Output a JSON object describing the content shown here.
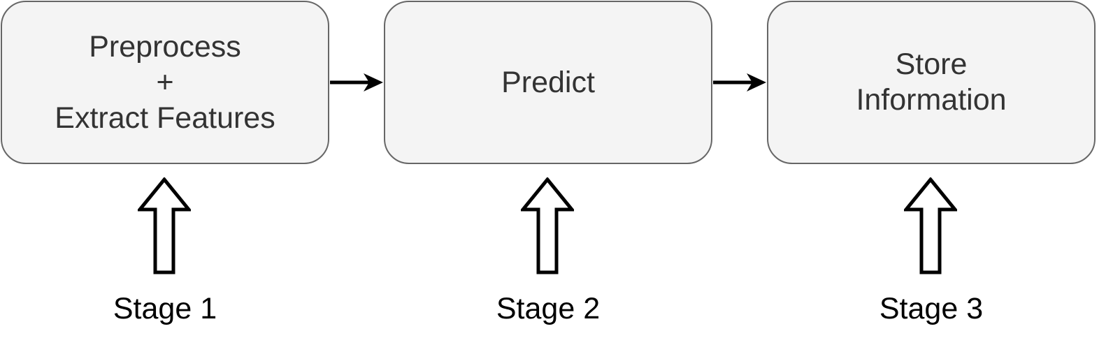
{
  "steps": [
    {
      "lines": [
        "Preprocess",
        "+",
        "Extract Features"
      ]
    },
    {
      "lines": [
        "Predict"
      ]
    },
    {
      "lines": [
        "Store",
        "Information"
      ]
    }
  ],
  "stages": [
    {
      "label": "Stage 1"
    },
    {
      "label": "Stage 2"
    },
    {
      "label": "Stage 3"
    }
  ],
  "colors": {
    "box_fill": "#f4f4f4",
    "box_border": "#666666",
    "box_text": "#333333",
    "arrow": "#000000",
    "label_text": "#000000"
  },
  "icons": {
    "connector": "right-arrow-icon",
    "stage_pointer": "hollow-up-arrow-icon"
  }
}
